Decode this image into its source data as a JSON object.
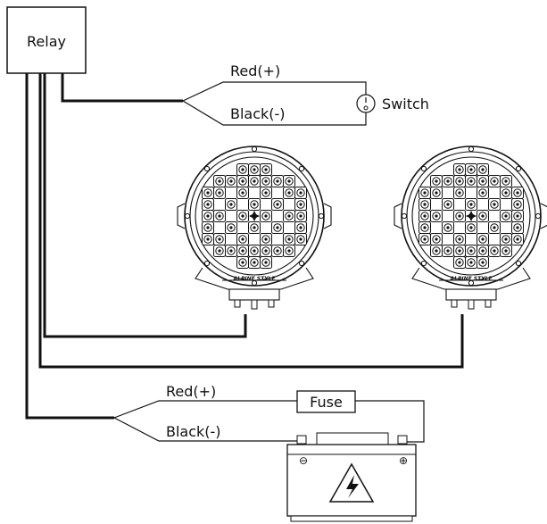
{
  "relay": {
    "label": "Relay"
  },
  "switch": {
    "label": "Switch",
    "red_label": "Red(+)",
    "black_label": "Black(-)"
  },
  "battery": {
    "red_label": "Red(+)",
    "black_label": "Black(-)",
    "fuse_label": "Fuse",
    "minus_label": "⊖",
    "plus_label": "⊕"
  },
  "lamps": [
    {
      "badge": "ALPINE STYLE"
    },
    {
      "badge": "ALPINE STYLE"
    }
  ],
  "icons": {
    "warning": "high-voltage-icon"
  }
}
